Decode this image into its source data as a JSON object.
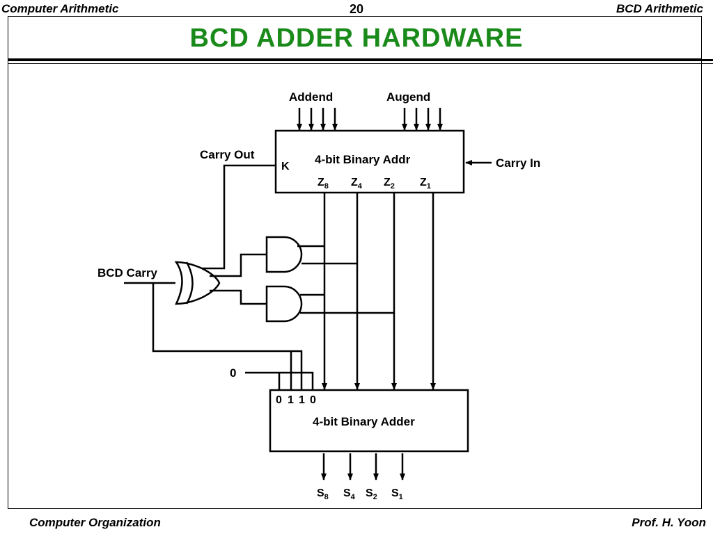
{
  "header": {
    "left": "Computer Arithmetic",
    "page_number": "20",
    "right": "BCD Arithmetic"
  },
  "title": "BCD  ADDER  HARDWARE",
  "diagram": {
    "addend_label": "Addend",
    "augend_label": "Augend",
    "top_adder_label": "4-bit Binary Addr",
    "carry_out_label": "Carry Out",
    "k_label": "K",
    "carry_in_label": "Carry In",
    "z_outputs": [
      "8",
      "4",
      "2",
      "1"
    ],
    "bcd_carry_label": "BCD Carry",
    "zero_input": "0",
    "bottom_inputs": [
      "0",
      "1",
      "1",
      "0"
    ],
    "bottom_adder_label": "4-bit Binary Adder",
    "s_outputs": [
      "8",
      "4",
      "2",
      "1"
    ]
  },
  "footer": {
    "left": "Computer Organization",
    "right": "Prof.  H. Yoon"
  }
}
